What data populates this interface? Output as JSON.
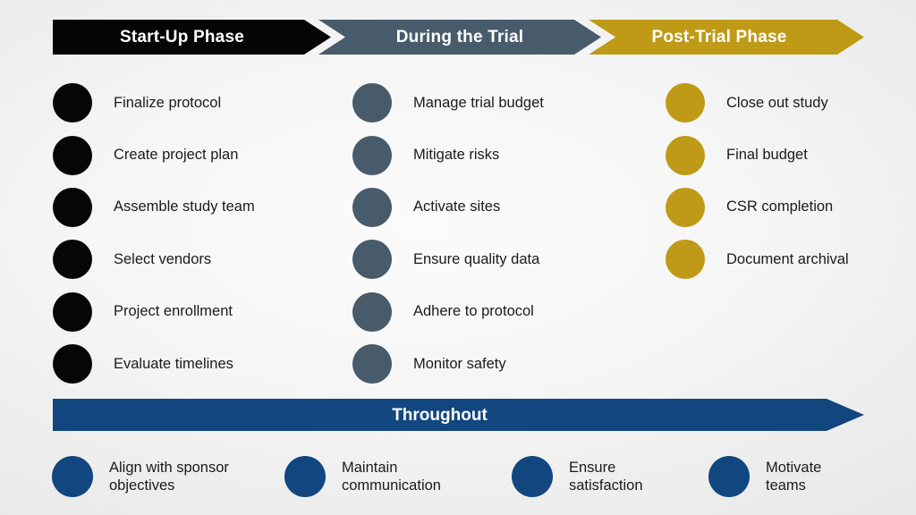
{
  "slide": {
    "background_color": "#f2f2f2"
  },
  "phases": [
    {
      "title": "Start-Up Phase",
      "color": "#050505",
      "bullet_class": "bullet-startup",
      "tasks": [
        "Finalize protocol",
        "Create project plan",
        "Assemble study team",
        "Select vendors",
        "Project enrollment",
        "Evaluate timelines"
      ]
    },
    {
      "title": "During the Trial",
      "color": "#475b6b",
      "bullet_class": "bullet-during",
      "tasks": [
        "Manage trial budget",
        "Mitigate risks",
        "Activate sites",
        "Ensure quality data",
        "Adhere to protocol",
        "Monitor safety"
      ]
    },
    {
      "title": "Post-Trial Phase",
      "color": "#bf9a17",
      "bullet_class": "bullet-post",
      "tasks": [
        "Close out study",
        "Final budget",
        "CSR completion",
        "Document archival"
      ]
    }
  ],
  "throughout": {
    "title": "Throughout",
    "color": "#12467f",
    "items": [
      "Align with sponsor\nobjectives",
      "Maintain\ncommunication",
      "Ensure\nsatisfaction",
      "Motivate\nteams"
    ]
  }
}
